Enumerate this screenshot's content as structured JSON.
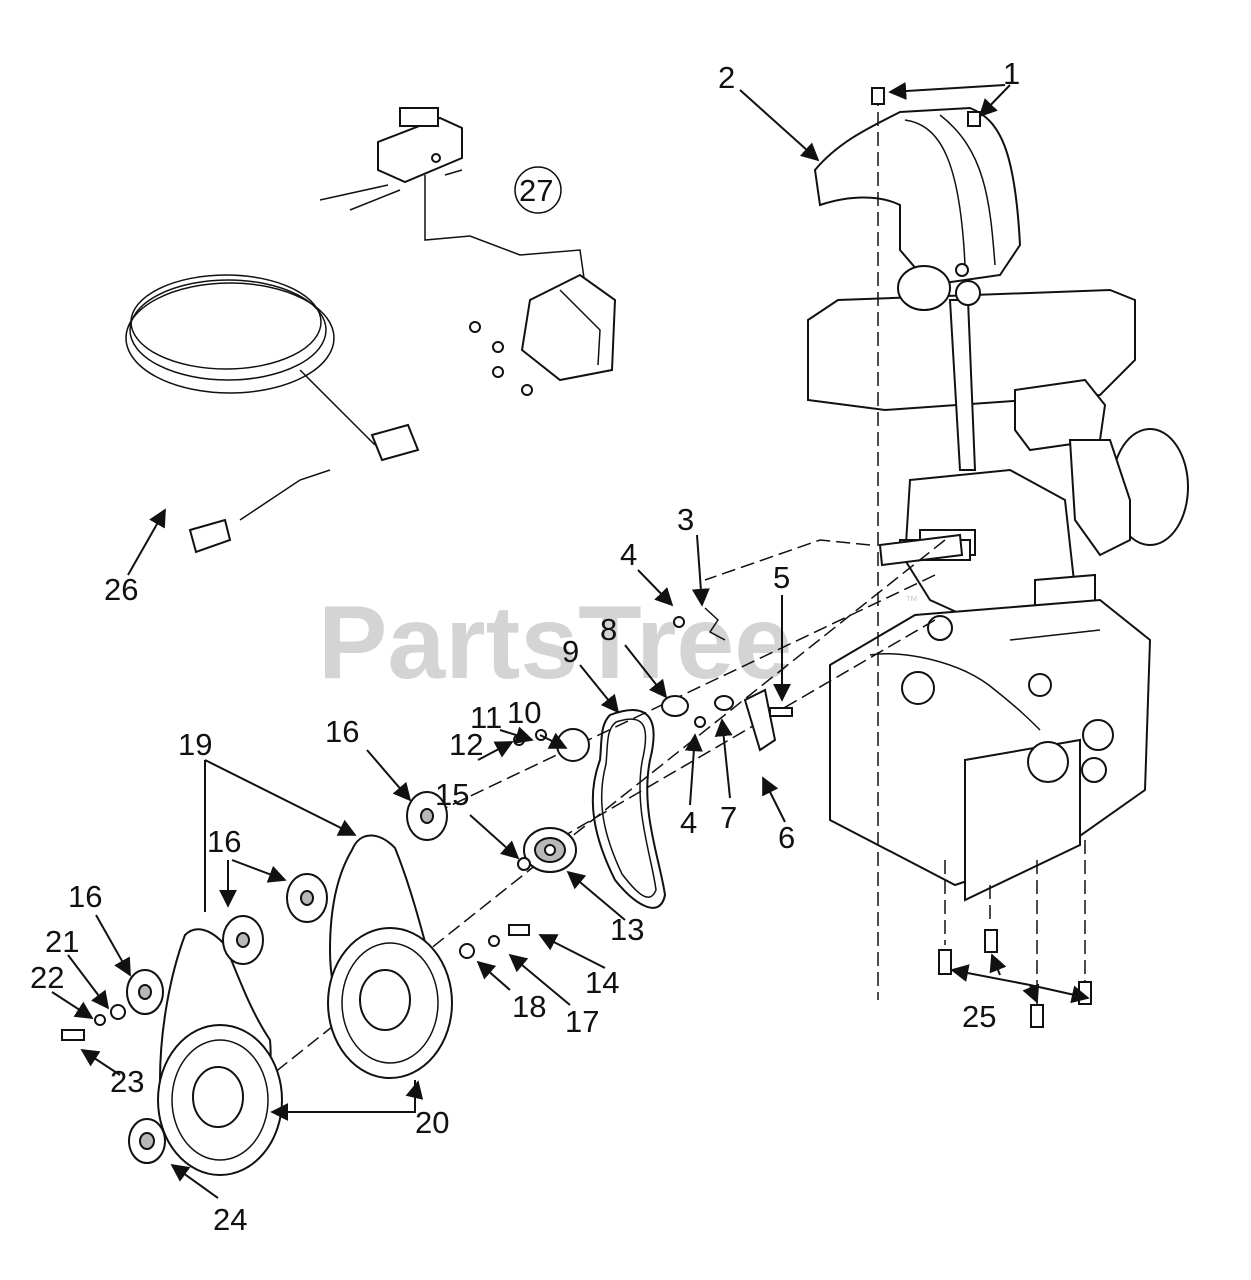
{
  "watermark": {
    "text": "PartsTree",
    "trademark": "™"
  },
  "callouts": {
    "n1": "1",
    "n2": "2",
    "n3": "3",
    "n4a": "4",
    "n4b": "4",
    "n5": "5",
    "n6": "6",
    "n7": "7",
    "n8": "8",
    "n9": "9",
    "n10": "10",
    "n11": "11",
    "n12": "12",
    "n13": "13",
    "n14": "14",
    "n15": "15",
    "n16a": "16",
    "n16b": "16",
    "n16c": "16",
    "n17": "17",
    "n18": "18",
    "n19": "19",
    "n20": "20",
    "n21": "21",
    "n22": "22",
    "n23": "23",
    "n24": "24",
    "n25": "25",
    "n26": "26",
    "n27": "27"
  }
}
